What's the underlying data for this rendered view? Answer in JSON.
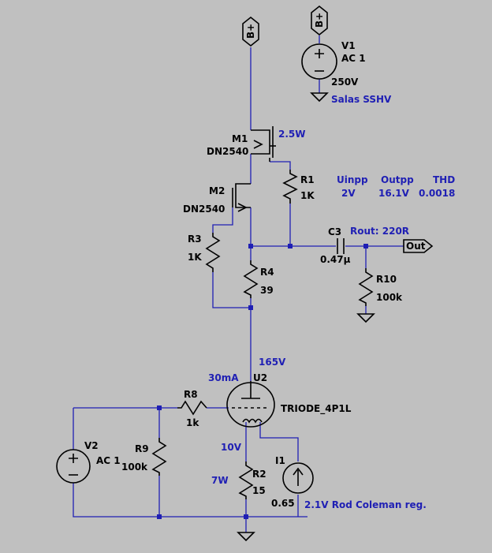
{
  "flags": {
    "bplus_top": "B+",
    "bplus_supply": "B+",
    "out": "Out"
  },
  "components": {
    "v1": {
      "name": "V1",
      "type": "AC 1",
      "value": "250V"
    },
    "m1": {
      "name": "M1",
      "model": "DN2540"
    },
    "m2": {
      "name": "M2",
      "model": "DN2540"
    },
    "r1": {
      "name": "R1",
      "value": "1K"
    },
    "r3": {
      "name": "R3",
      "value": "1K"
    },
    "r4": {
      "name": "R4",
      "value": "39"
    },
    "c3": {
      "name": "C3",
      "value": "0.47µ"
    },
    "r10": {
      "name": "R10",
      "value": "100k"
    },
    "u2": {
      "name": "U2",
      "model": "TRIODE_4P1L"
    },
    "r8": {
      "name": "R8",
      "value": "1k"
    },
    "v2": {
      "name": "V2",
      "type": "AC 1"
    },
    "r9": {
      "name": "R9",
      "value": "100k"
    },
    "r2": {
      "name": "R2",
      "value": "15"
    },
    "i1": {
      "name": "I1",
      "value": "0.65"
    }
  },
  "annotations": {
    "salas": "Salas SSHV",
    "m1_power": "2.5W",
    "hdr_uinpp": "Uinpp",
    "hdr_outpp": "Outpp",
    "hdr_thd": "THD",
    "val_uinpp": "2V",
    "val_outpp": "16.1V",
    "val_thd": "0.0018",
    "rout": "Rout: 220R",
    "plate_v": "165V",
    "tube_current": "30mA",
    "cathode_v": "10V",
    "r2_power": "7W",
    "heater_reg": "2.1V Rod Coleman reg."
  }
}
